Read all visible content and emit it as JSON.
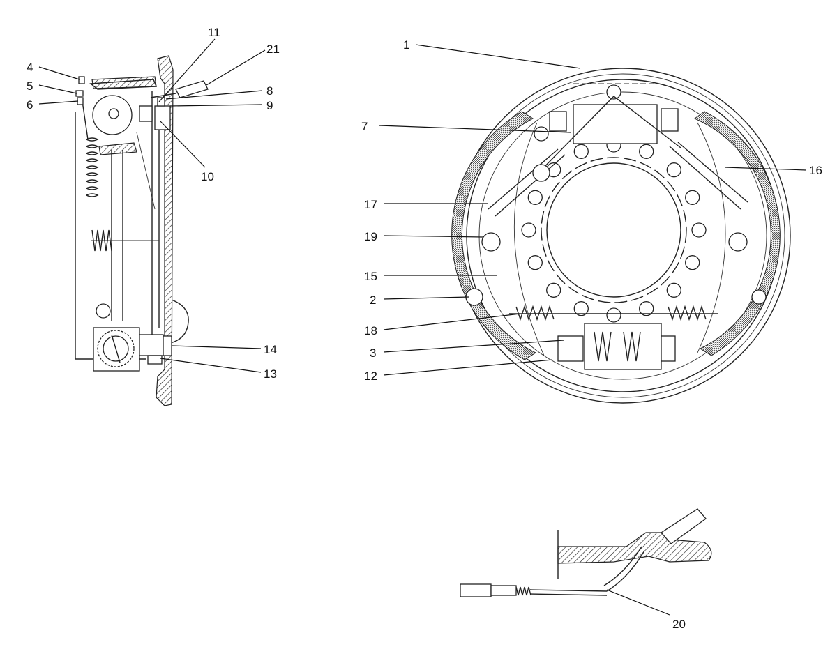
{
  "figure": {
    "callouts": [
      {
        "id": "c1",
        "label": "1"
      },
      {
        "id": "c2",
        "label": "2"
      },
      {
        "id": "c3",
        "label": "3"
      },
      {
        "id": "c4",
        "label": "4"
      },
      {
        "id": "c5",
        "label": "5"
      },
      {
        "id": "c6",
        "label": "6"
      },
      {
        "id": "c7",
        "label": "7"
      },
      {
        "id": "c8",
        "label": "8"
      },
      {
        "id": "c9",
        "label": "9"
      },
      {
        "id": "c10",
        "label": "10"
      },
      {
        "id": "c11",
        "label": "11"
      },
      {
        "id": "c12",
        "label": "12"
      },
      {
        "id": "c13",
        "label": "13"
      },
      {
        "id": "c14",
        "label": "14"
      },
      {
        "id": "c15",
        "label": "15"
      },
      {
        "id": "c16",
        "label": "16"
      },
      {
        "id": "c17",
        "label": "17"
      },
      {
        "id": "c18",
        "label": "18"
      },
      {
        "id": "c19",
        "label": "19"
      },
      {
        "id": "c20",
        "label": "20"
      },
      {
        "id": "c21",
        "label": "21"
      }
    ]
  }
}
